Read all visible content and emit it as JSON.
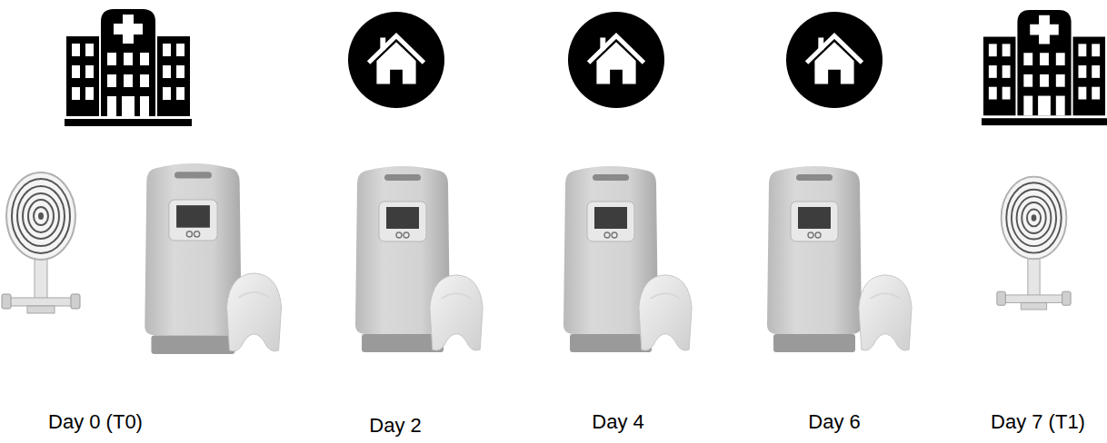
{
  "diagram": {
    "labels": [
      "Day 0 (T0)",
      "Day 2",
      "Day 4",
      "Day 6",
      "Day 7 (T1)"
    ]
  }
}
